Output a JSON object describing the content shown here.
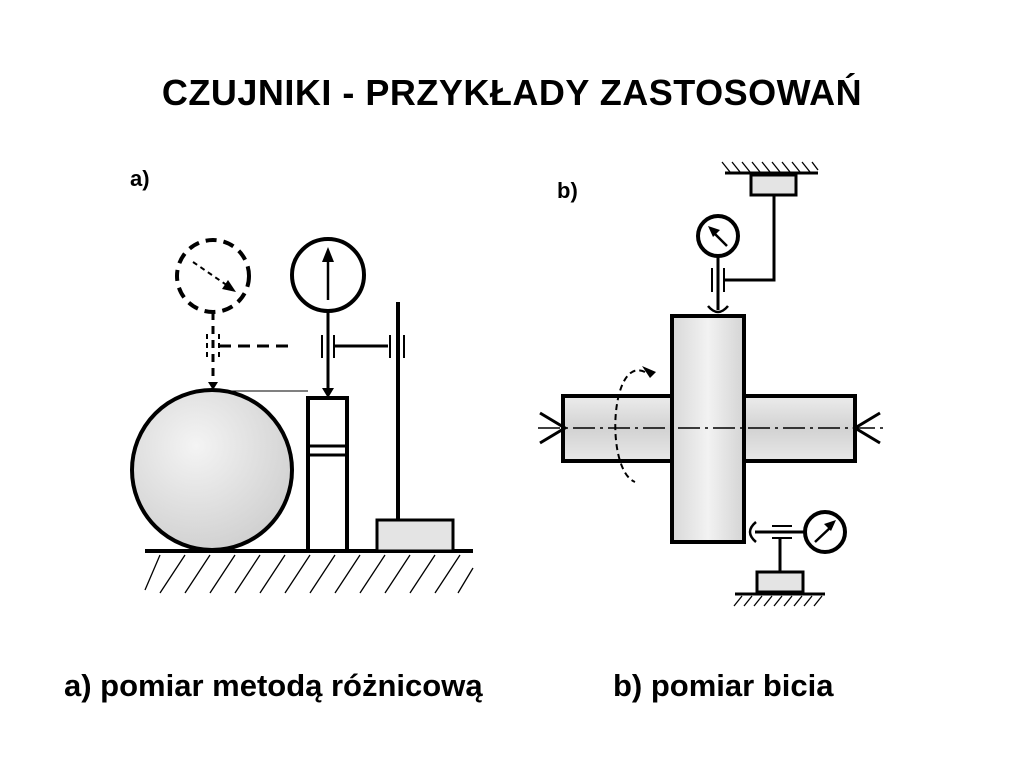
{
  "title": "CZUJNIKI - PRZYKŁADY  ZASTOSOWAŃ",
  "panels": {
    "a": {
      "label": "a)",
      "caption": "a) pomiar metodą różnicową"
    },
    "b": {
      "label": "b)",
      "caption": "b) pomiar bicia"
    }
  },
  "colors": {
    "ink": "#000000",
    "part_fill": "#e4e4e4",
    "background": "#ffffff"
  }
}
